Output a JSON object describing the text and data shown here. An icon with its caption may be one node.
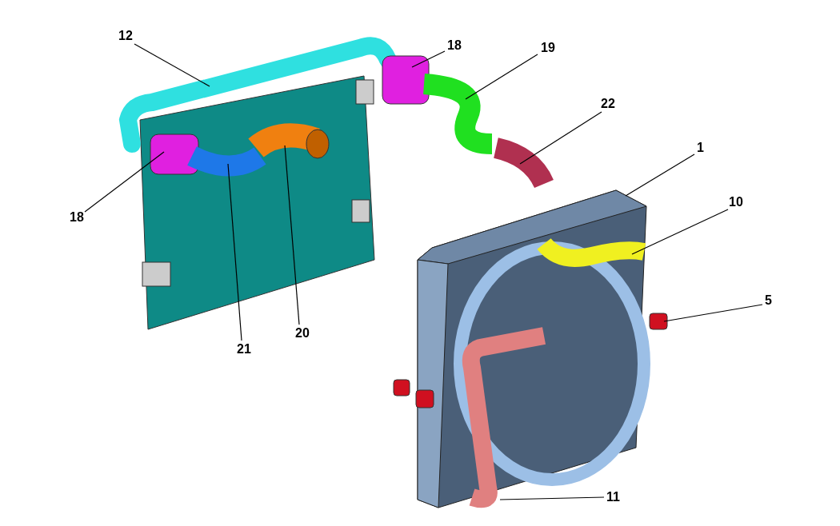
{
  "diagram": {
    "nodes": [
      {
        "text": [
          "12"
        ]
      },
      {
        "text": [
          "18"
        ]
      },
      {
        "text": [
          "19"
        ]
      },
      {
        "text": [
          "22"
        ]
      },
      {
        "text": [
          "1"
        ]
      },
      {
        "text": [
          "18"
        ]
      },
      {
        "text": [
          "10"
        ]
      },
      {
        "text": [
          "5"
        ]
      },
      {
        "text": [
          "21"
        ]
      },
      {
        "text": [
          "20"
        ]
      },
      {
        "text": [
          "11"
        ]
      }
    ],
    "edges": [
      {
        "from": 0,
        "to": null,
        "arrow": "none"
      },
      {
        "from": 1,
        "to": null,
        "arrow": "none"
      },
      {
        "from": 2,
        "to": null,
        "arrow": "none"
      },
      {
        "from": 3,
        "to": null,
        "arrow": "none"
      },
      {
        "from": 4,
        "to": null,
        "arrow": "none"
      },
      {
        "from": 5,
        "to": null,
        "arrow": "none"
      },
      {
        "from": 6,
        "to": null,
        "arrow": "none"
      },
      {
        "from": 7,
        "to": null,
        "arrow": "none"
      },
      {
        "from": 8,
        "to": null,
        "arrow": "none"
      },
      {
        "from": 9,
        "to": null,
        "arrow": "none"
      },
      {
        "from": 10,
        "to": null,
        "arrow": "none"
      }
    ]
  }
}
